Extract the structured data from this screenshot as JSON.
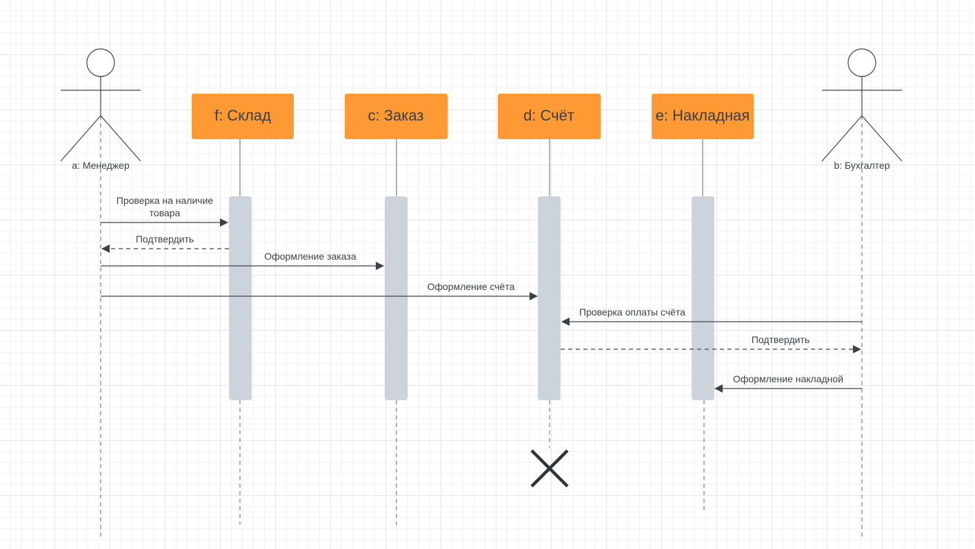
{
  "colors": {
    "object_fill": "#ff9933",
    "object_text": "#3a3f47",
    "activation_fill": "#cdd3db",
    "line": "#3a414a",
    "lifeline": "#7a7f87"
  },
  "actors": [
    {
      "id": "a",
      "label": "a: Менеджер"
    },
    {
      "id": "b",
      "label": "b: Бухгалтер"
    }
  ],
  "objects": [
    {
      "id": "f",
      "label": "f: Склад"
    },
    {
      "id": "c",
      "label": "c: Заказ"
    },
    {
      "id": "d",
      "label": "d: Счёт"
    },
    {
      "id": "e",
      "label": "e: Накладная"
    }
  ],
  "messages": [
    {
      "from": "a",
      "to": "f",
      "kind": "sync",
      "lines": [
        "Проверка на наличие",
        "товара"
      ]
    },
    {
      "from": "f",
      "to": "a",
      "kind": "reply",
      "lines": [
        "Подтвердить"
      ]
    },
    {
      "from": "a",
      "to": "c",
      "kind": "sync",
      "lines": [
        "Оформление заказа"
      ]
    },
    {
      "from": "a",
      "to": "d",
      "kind": "sync",
      "lines": [
        "Оформление счёта"
      ]
    },
    {
      "from": "b",
      "to": "d",
      "kind": "sync",
      "lines": [
        "Проверка оплаты счёта"
      ]
    },
    {
      "from": "d",
      "to": "b",
      "kind": "reply",
      "lines": [
        "Подтвердить"
      ]
    },
    {
      "from": "b",
      "to": "e",
      "kind": "sync",
      "lines": [
        "Оформление накладной"
      ]
    }
  ],
  "destroyed": [
    "d"
  ]
}
